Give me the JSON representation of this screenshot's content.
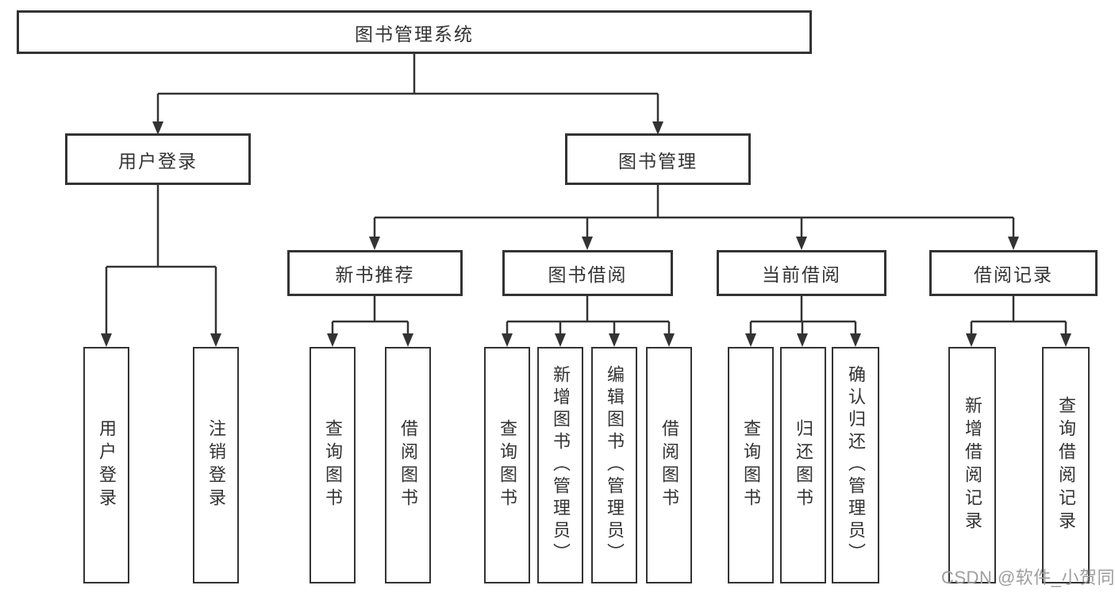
{
  "tree": {
    "root": {
      "label": "图书管理系统"
    },
    "branches": [
      {
        "label": "用户登录",
        "children": [
          {
            "label": "用户登录"
          },
          {
            "label": "注销登录"
          }
        ]
      },
      {
        "label": "图书管理",
        "children": [
          {
            "label": "新书推荐",
            "children": [
              {
                "label": "查询图书"
              },
              {
                "label": "借阅图书"
              }
            ]
          },
          {
            "label": "图书借阅",
            "children": [
              {
                "label": "查询图书"
              },
              {
                "label": "新增图书（管理员）"
              },
              {
                "label": "编辑图书（管理员）"
              },
              {
                "label": "借阅图书"
              }
            ]
          },
          {
            "label": "当前借阅",
            "children": [
              {
                "label": "查询图书"
              },
              {
                "label": "归还图书"
              },
              {
                "label": "确认归还（管理员）"
              }
            ]
          },
          {
            "label": "借阅记录",
            "children": [
              {
                "label": "新增借阅记录"
              },
              {
                "label": "查询借阅记录"
              }
            ]
          }
        ]
      }
    ]
  },
  "watermark": {
    "text": "CSDN @软件_小贺同学"
  },
  "colors": {
    "line": "#333333",
    "box_border": "#333333",
    "text": "#333333",
    "watermark": "#9e9e9e",
    "background": "#ffffff"
  }
}
